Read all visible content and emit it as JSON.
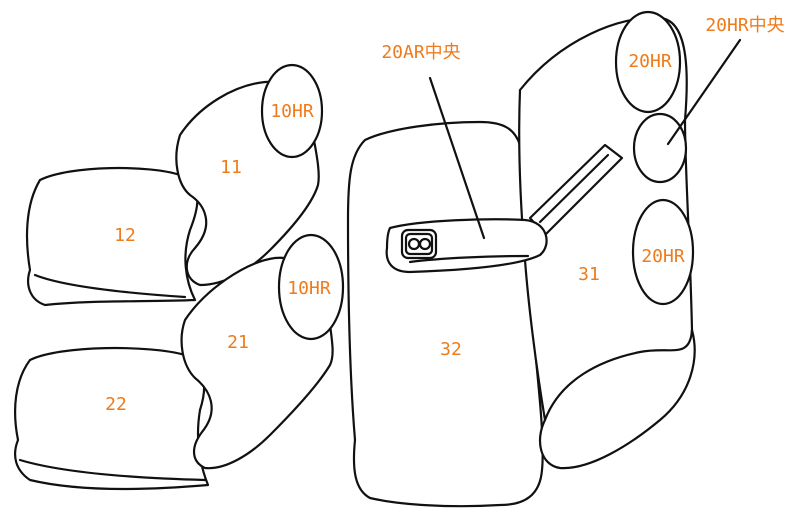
{
  "label_color": "#ee7b1c",
  "line_color": "#111111",
  "parts": {
    "front_right_backrest": "11",
    "front_right_cushion": "12",
    "front_left_backrest": "21",
    "front_left_cushion": "22",
    "rear_backrest_right": "31",
    "rear_bench": "32"
  },
  "headrests": {
    "front_top": "10HR",
    "front_bottom": "10HR",
    "rear_top": "20HR",
    "rear_middle_callout": "20HR中央",
    "rear_bottom": "20HR"
  },
  "armrest_callout": "20AR中央"
}
